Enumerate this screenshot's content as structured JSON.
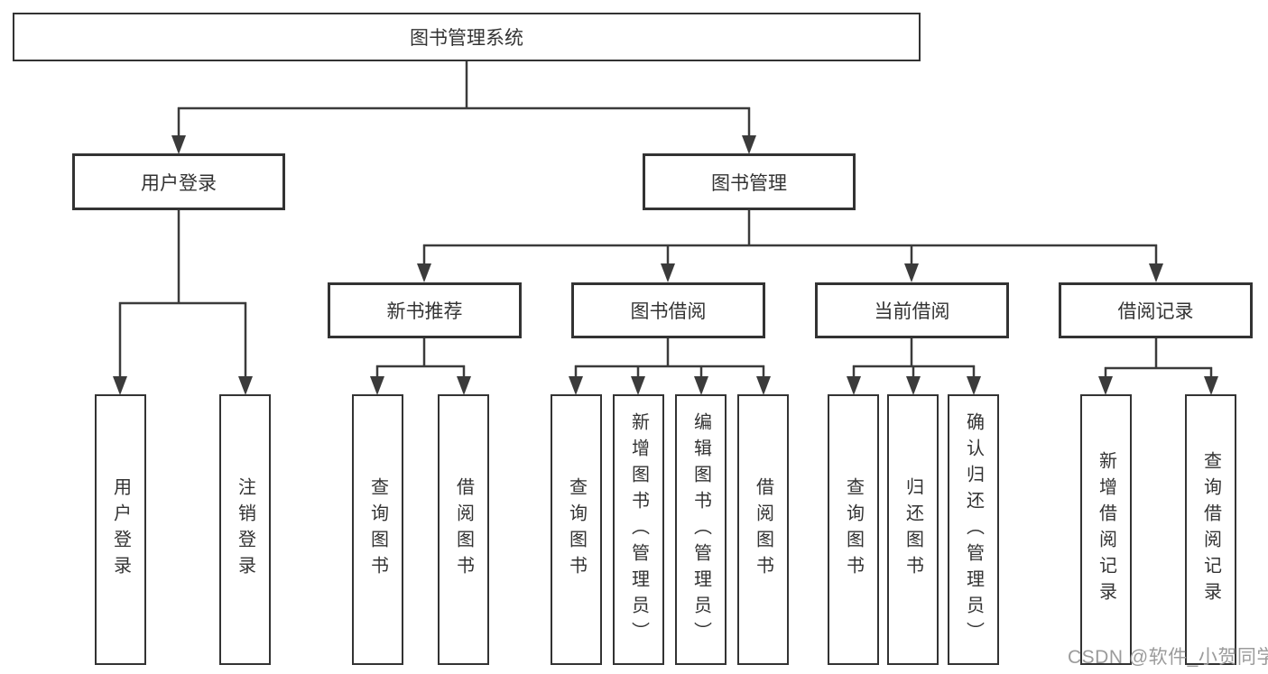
{
  "diagram": {
    "root": {
      "label": "图书管理系统"
    },
    "level2": {
      "user_login": {
        "label": "用户登录"
      },
      "book_management": {
        "label": "图书管理"
      }
    },
    "level3": {
      "new_book_recommend": {
        "label": "新书推荐"
      },
      "book_borrowing": {
        "label": "图书借阅"
      },
      "current_borrowing": {
        "label": "当前借阅"
      },
      "borrowing_records": {
        "label": "借阅记录"
      }
    },
    "leaves": {
      "user_login": [
        "用户登录",
        "注销登录"
      ],
      "new_book_recommend": [
        "查询图书",
        "借阅图书"
      ],
      "book_borrowing": [
        "查询图书",
        "新增图书（管理员）",
        "编辑图书（管理员）",
        "借阅图书"
      ],
      "current_borrowing": [
        "查询图书",
        "归还图书",
        "确认归还（管理员）"
      ],
      "borrowing_records": [
        "新增借阅记录",
        "查询借阅记录"
      ]
    }
  },
  "watermark": "CSDN @软件_小贺同学",
  "colors": {
    "box_border": "#333333",
    "connector": "#3b3b3b",
    "text": "#333333",
    "watermark": "#9b9b9b",
    "background": "#ffffff"
  }
}
